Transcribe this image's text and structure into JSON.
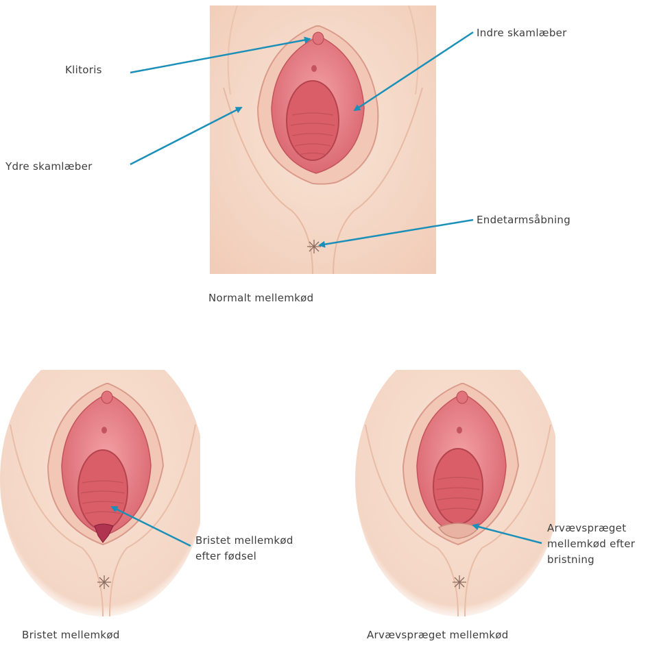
{
  "top": {
    "caption": "Normalt mellemkød",
    "labels": {
      "klitoris": "Klitoris",
      "indre": "Indre skamlæber",
      "ydre": "Ydre skamlæber",
      "endetarm": "Endetarmsåbning"
    }
  },
  "bottom_left": {
    "caption": "Bristet mellemkød",
    "label_lines": [
      "Bristet mellemkød",
      "efter fødsel"
    ]
  },
  "bottom_right": {
    "caption": "Arvævspræget mellemkød",
    "label_lines": [
      "Arvævspræget",
      "mellemkød efter",
      "bristning"
    ]
  },
  "colors": {
    "arrow": "#1a8fb8",
    "skin": "#f6dccc",
    "tissue": "#e77f86",
    "tear": "#b0334f"
  }
}
